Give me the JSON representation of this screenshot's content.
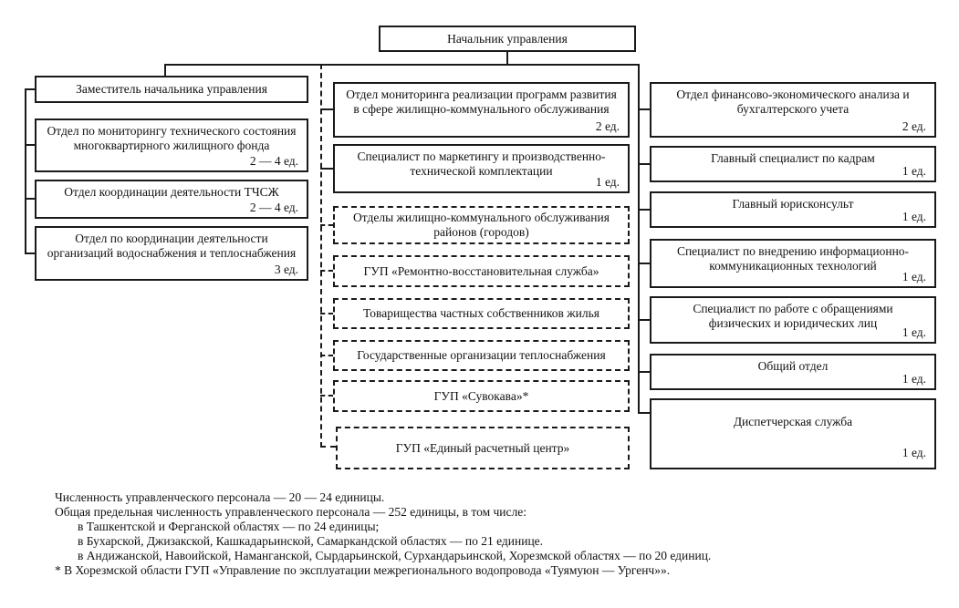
{
  "colors": {
    "line": "#1a1a1a",
    "background": "#ffffff",
    "box_fill": "#ffffff"
  },
  "org_chart": {
    "root": {
      "label": "Начальник управления"
    },
    "left": [
      {
        "label": "Заместитель начальника управления"
      },
      {
        "label": "Отдел по мониторингу технического состояния многоквартирного жилищного фонда",
        "count": "2 — 4 ед."
      },
      {
        "label": "Отдел координации деятельности ТЧСЖ",
        "count": "2 — 4 ед."
      },
      {
        "label": "Отдел по координации деятельности организаций водоснабжения и теплоснабжения",
        "count": "3 ед."
      }
    ],
    "middle": [
      {
        "label": "Отдел мониторинга реализации программ развития в сфере жилищно-коммунального обслуживания",
        "count": "2 ед.",
        "border": "solid"
      },
      {
        "label": "Специалист по маркетингу и производственно-технической комплектации",
        "count": "1 ед.",
        "border": "solid"
      },
      {
        "label": "Отделы жилищно-коммунального обслуживания районов (городов)",
        "border": "dashed"
      },
      {
        "label": "ГУП «Ремонтно-восстановительная служба»",
        "border": "dashed"
      },
      {
        "label": "Товарищества частных собственников жилья",
        "border": "dashed"
      },
      {
        "label": "Государственные организации теплоснабжения",
        "border": "dashed"
      },
      {
        "label": "ГУП «Сувокава»*",
        "border": "dashed"
      },
      {
        "label": "ГУП «Единый расчетный центр»",
        "border": "dashed"
      }
    ],
    "right": [
      {
        "label": "Отдел финансово-экономического анализа и бухгалтерского учета",
        "count": "2 ед."
      },
      {
        "label": "Главный специалист по кадрам",
        "count": "1 ед."
      },
      {
        "label": "Главный юрисконсульт",
        "count": "1 ед."
      },
      {
        "label": "Специалист по внедрению информационно-коммуникационных технологий",
        "count": "1 ед."
      },
      {
        "label": "Специалист по работе с обращениями физических и юридических лиц",
        "count": "1 ед."
      },
      {
        "label": "Общий отдел",
        "count": "1 ед."
      },
      {
        "label": "Диспетчерская служба",
        "count": "1 ед."
      }
    ]
  },
  "notes": [
    {
      "text": "Численность управленческого персонала — 20 — 24 единицы."
    },
    {
      "text": "Общая предельная численность управленческого персонала — 252 единицы, в том числе:"
    },
    {
      "text": "в Ташкентской и Ферганской областях — по 24 единицы;"
    },
    {
      "text": "в Бухарской, Джизакской, Кашкадарьинской, Самаркандской областях — по 21 единице."
    },
    {
      "text": "в Андижанской, Навоийской, Наманганской, Сырдарьинской, Сурхандарьинской, Хорезмской областях — по 20 единиц."
    },
    {
      "text": "* В Хорезмской области ГУП «Управление по эксплуатации межрегионального водопровода «Туямуюн — Ургенч»»."
    }
  ]
}
